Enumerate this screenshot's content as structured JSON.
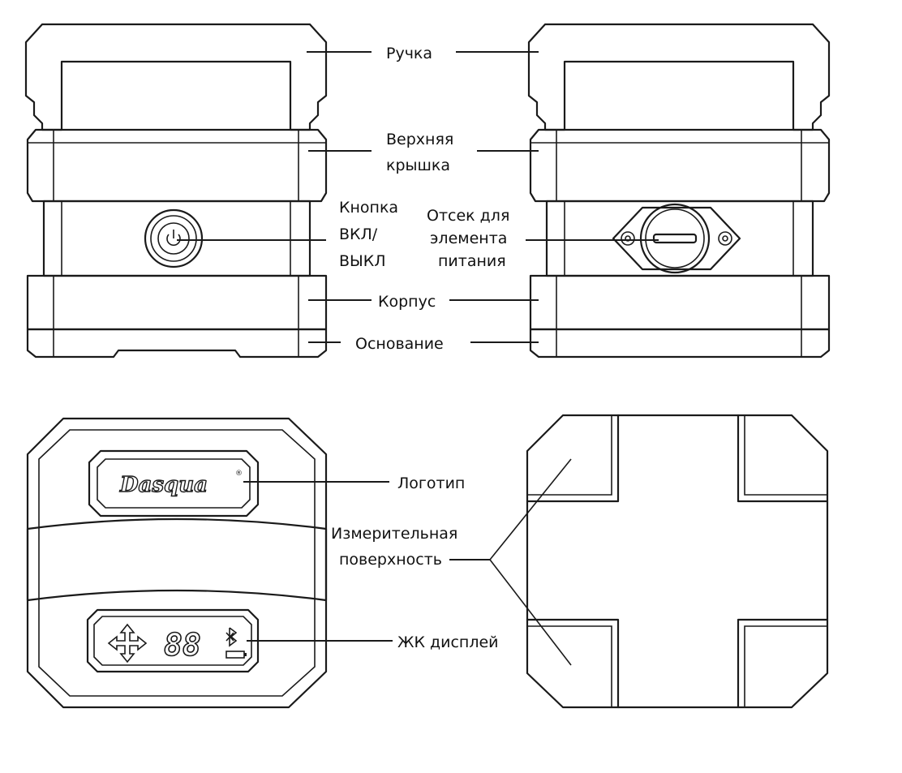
{
  "labels": {
    "handle": "Ручка",
    "top_cover": [
      "Верхняя",
      "крышка"
    ],
    "power_button": [
      "Кнопка",
      "ВКЛ/",
      "ВЫКЛ"
    ],
    "battery_compartment": [
      "Отсек для",
      "элемента",
      "питания"
    ],
    "housing": "Корпус",
    "base": "Основание",
    "logo": "Логотип",
    "measuring_surface": [
      "Измерительная",
      "поверхность"
    ],
    "lcd_display": "ЖК дисплей"
  },
  "device": {
    "brand": "Dasqua",
    "lcd_digits": "88"
  },
  "colors": {
    "stroke": "#1a1a1a",
    "background": "#ffffff",
    "text": "#111111"
  }
}
